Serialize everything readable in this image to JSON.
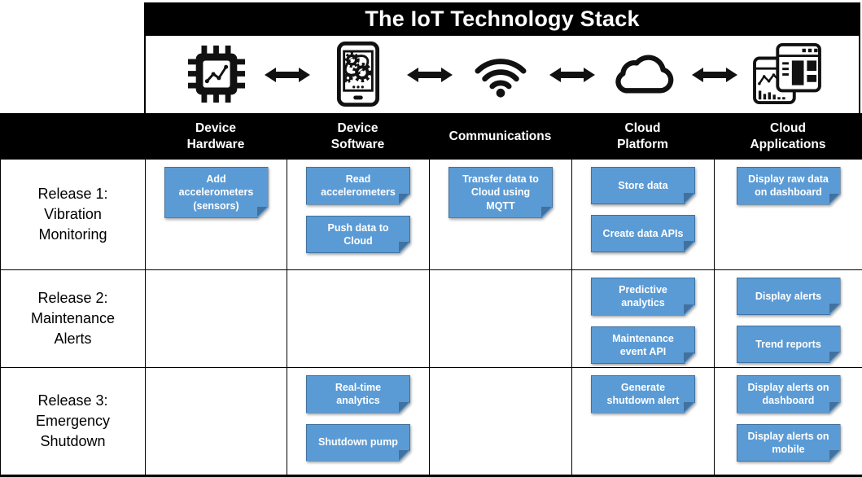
{
  "title": "The IoT Technology Stack",
  "colors": {
    "note_fill": "#5B9BD5",
    "note_border": "#41719C",
    "note_fold": "#41719C",
    "header_bg": "#000000",
    "header_text": "#ffffff",
    "grid_line": "#000000"
  },
  "icons": [
    {
      "name": "microchip-icon"
    },
    {
      "name": "smartphone-gears-icon"
    },
    {
      "name": "wifi-icon"
    },
    {
      "name": "cloud-icon"
    },
    {
      "name": "dashboard-windows-icon"
    }
  ],
  "columns": [
    {
      "label": "Device\nHardware"
    },
    {
      "label": "Device\nSoftware"
    },
    {
      "label": "Communications"
    },
    {
      "label": "Cloud\nPlatform"
    },
    {
      "label": "Cloud\nApplications"
    }
  ],
  "rows": [
    {
      "label": "Release 1:\nVibration\nMonitoring",
      "cells": [
        [
          "Add accelerometers (sensors)"
        ],
        [
          "Read accelerometers",
          "Push data to Cloud"
        ],
        [
          "Transfer data to Cloud using MQTT"
        ],
        [
          "Store data",
          "Create data APIs"
        ],
        [
          "Display raw data on dashboard"
        ]
      ]
    },
    {
      "label": "Release 2:\nMaintenance\nAlerts",
      "cells": [
        [],
        [],
        [],
        [
          "Predictive analytics",
          "Maintenance event API"
        ],
        [
          "Display alerts",
          "Trend reports"
        ]
      ]
    },
    {
      "label": "Release 3:\nEmergency\nShutdown",
      "cells": [
        [],
        [
          "Real-time analytics",
          "Shutdown pump"
        ],
        [],
        [
          "Generate shutdown alert"
        ],
        [
          "Display alerts on dashboard",
          "Display alerts on mobile"
        ]
      ]
    }
  ]
}
